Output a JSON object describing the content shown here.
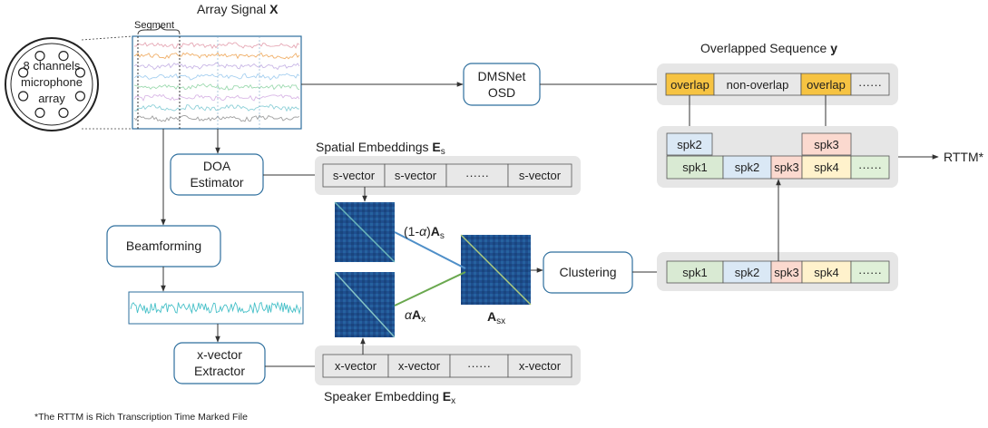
{
  "array_signal": {
    "title_prefix": "Array Signal ",
    "title_symbol": "X",
    "segment_label": "Segment"
  },
  "mic_array": {
    "line1": "8 channels",
    "line2": "microphone",
    "line3": "array"
  },
  "osd": {
    "line1": "DMSNet",
    "line2": "OSD"
  },
  "overlapped_sequence": {
    "title_prefix": "Overlapped Sequence ",
    "title_symbol": "y",
    "cells": [
      "overlap",
      "non-overlap",
      "overlap",
      "······"
    ]
  },
  "doa": {
    "line1": "DOA",
    "line2": "Estimator"
  },
  "spatial_embeddings": {
    "title_prefix": "Spatial Embeddings ",
    "title_symbol": "E",
    "title_sub": "s",
    "cells": [
      "s-vector",
      "s-vector",
      "······",
      "s-vector"
    ]
  },
  "beamforming": {
    "label": "Beamforming"
  },
  "xvector_extractor": {
    "line1": "x-vector",
    "line2": "Extractor"
  },
  "speaker_embedding": {
    "title_prefix": "Speaker Embedding ",
    "title_symbol": "E",
    "title_sub": "x",
    "cells": [
      "x-vector",
      "x-vector",
      "······",
      "x-vector"
    ]
  },
  "affinity": {
    "spatial_weight_prefix": "(1-",
    "alpha": "α",
    "spatial_weight_suffix": ")",
    "matrix_symbol": "A",
    "spatial_sub": "s",
    "speaker_sub": "x",
    "combined_sub": "sx"
  },
  "clustering": {
    "label": "Clustering"
  },
  "cluster_sequence": {
    "cells": [
      "spk1",
      "spk2",
      "spk3",
      "spk4",
      "······"
    ]
  },
  "final_sequence": {
    "top_cells": [
      "spk2",
      "spk3"
    ],
    "bottom_cells": [
      "spk1",
      "spk2",
      "spk3",
      "spk4",
      "······"
    ]
  },
  "rttm": {
    "label": "RTTM*"
  },
  "footnote": "*The RTTM is Rich Transcription Time Marked File",
  "colors": {
    "overlap": "#f6c342",
    "non_overlap": "#e8e8e8",
    "spk1": "#d9ead3",
    "spk2": "#dae8f5",
    "spk3": "#fbd9cf",
    "spk4": "#fff2cc",
    "more": "#dff0d8",
    "box_border": "#2e6f9e",
    "tray": "#e6e6e6"
  }
}
